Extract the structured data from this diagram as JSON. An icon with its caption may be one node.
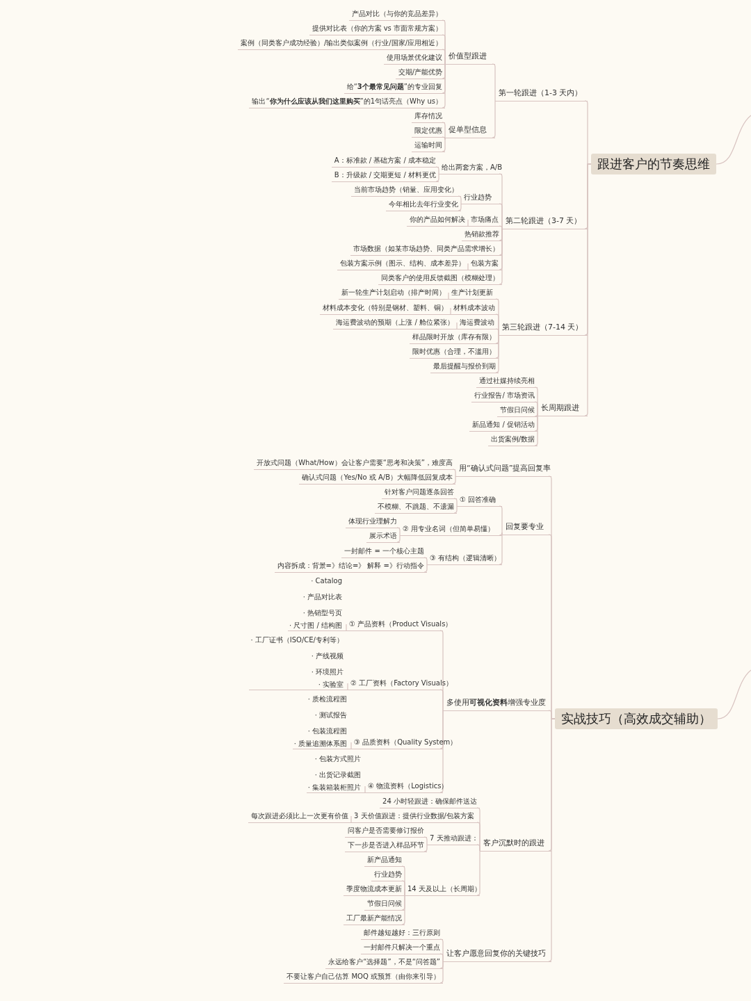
{
  "diagram": {
    "nodes": [
      {
        "text": [
          "跟进客户的节奏思维"
        ]
      },
      {
        "text": [
          "第一轮跟进（1-3 天内）"
        ]
      },
      {
        "text": [
          "价值型跟进"
        ]
      },
      {
        "text": [
          "产品对比（与你的竞品差异）"
        ]
      },
      {
        "text": [
          "提供对比表（你的方案 vs 市面常规方案）"
        ]
      },
      {
        "text": [
          "案例（同类客户成功经验）/输出类似案例（行业/国家/应用相近）"
        ]
      },
      {
        "text": [
          "使用场景优化建议"
        ]
      },
      {
        "text": [
          "交期/产能优势"
        ]
      },
      {
        "text": [
          "给“**3个最常见问题**”的专业回复"
        ]
      },
      {
        "text": [
          "输出“**你为什么应该从我们这里购买**”的1句话亮点（Why us）"
        ]
      },
      {
        "text": [
          "促单型信息"
        ]
      },
      {
        "text": [
          "库存情况"
        ]
      },
      {
        "text": [
          "限定优惠"
        ]
      },
      {
        "text": [
          "运输时间"
        ]
      },
      {
        "text": [
          "第二轮跟进（3-7 天）"
        ]
      },
      {
        "text": [
          "给出两套方案，A/B"
        ]
      },
      {
        "text": [
          "A：标准款 / 基础方案 / 成本稳定"
        ]
      },
      {
        "text": [
          "B：升级款 / 交期更短 / 材料更优"
        ]
      },
      {
        "text": [
          "行业趋势"
        ]
      },
      {
        "text": [
          "当前市场趋势（销量、应用变化）"
        ]
      },
      {
        "text": [
          "今年相比去年行业变化"
        ]
      },
      {
        "text": [
          "市场痛点"
        ]
      },
      {
        "text": [
          "你的产品如何解决"
        ]
      },
      {
        "text": [
          "热销款推荐"
        ]
      },
      {
        "text": [
          "市场数据（如某市场趋势、同类产品需求增长）"
        ]
      },
      {
        "text": [
          "包装方案"
        ]
      },
      {
        "text": [
          "包装方案示例（图示、结构、成本差异）"
        ]
      },
      {
        "text": [
          "同类客户的使用反馈截图（模糊处理）"
        ]
      },
      {
        "text": [
          "第三轮跟进（7-14 天）"
        ]
      },
      {
        "text": [
          "生产计划更新"
        ]
      },
      {
        "text": [
          "新一轮生产计划启动（排产时间）"
        ]
      },
      {
        "text": [
          "材料成本波动"
        ]
      },
      {
        "text": [
          "材料成本变化（特别是钢材、塑料、铜）"
        ]
      },
      {
        "text": [
          "海运费波动"
        ]
      },
      {
        "text": [
          "海运费波动的预期（上涨 / 舱位紧张）"
        ]
      },
      {
        "text": [
          "样品限时开放（库存有限）"
        ]
      },
      {
        "text": [
          "限时优惠（合理，不滥用）"
        ]
      },
      {
        "text": [
          "最后提醒与报价到期"
        ]
      },
      {
        "text": [
          "长周期跟进"
        ]
      },
      {
        "text": [
          "通过社媒持续亮相"
        ]
      },
      {
        "text": [
          "行业报告/ 市场资讯"
        ]
      },
      {
        "text": [
          "节假日问候"
        ]
      },
      {
        "text": [
          "新品通知 / 促销活动"
        ]
      },
      {
        "text": [
          "出货案例/数据"
        ]
      },
      {
        "text": [
          "实战技巧（高效成交辅助）"
        ]
      },
      {
        "text": [
          "用“确认式问题”提高回复率"
        ]
      },
      {
        "text": [
          "开放式问题（What/How）会让客户需要“思考和决策”，难度高"
        ]
      },
      {
        "text": [
          "确认式问题（Yes/No 或 A/B）大幅降低回复成本"
        ]
      },
      {
        "text": [
          "回复要专业"
        ]
      },
      {
        "text": [
          "① 回答准确"
        ]
      },
      {
        "text": [
          "针对客户问题逐条回答"
        ]
      },
      {
        "text": [
          "不模糊、不跳题、不遗漏"
        ]
      },
      {
        "text": [
          "② 用专业名词（但简单易懂）"
        ]
      },
      {
        "text": [
          "体现行业理解力"
        ]
      },
      {
        "text": [
          "展示术语"
        ]
      },
      {
        "text": [
          "③ 有结构（逻辑清晰）"
        ]
      },
      {
        "text": [
          "一封邮件 = 一个核心主题"
        ]
      },
      {
        "text": [
          "内容拆成：背景=》结论=》 解释 =》行动指令"
        ]
      },
      {
        "text": [
          "多使用**可视化资料**增强专业度"
        ]
      },
      {
        "text": [
          "① 产品资料（Product Visuals）"
        ]
      },
      {
        "text": [
          "· Catalog",
          "· 产品对比表",
          "· 热销型号页",
          "· 尺寸图 / 结构图"
        ]
      },
      {
        "text": [
          "② 工厂资料（Factory Visuals）"
        ]
      },
      {
        "text": [
          "· 工厂证书（ISO/CE/专利等）",
          "· 产线视频",
          "· 环境照片",
          "· 实验室"
        ]
      },
      {
        "text": [
          "③ 品质资料（Quality System）"
        ]
      },
      {
        "text": [
          "· 质检流程图",
          "· 测试报告",
          "· 包装流程图",
          "· 质量追溯体系图"
        ]
      },
      {
        "text": [
          "④ 物流资料（Logistics）"
        ]
      },
      {
        "text": [
          "· 包装方式照片",
          "· 出货记录截图",
          "· 集装箱装柜照片"
        ]
      },
      {
        "text": [
          "客户沉默时的跟进"
        ]
      },
      {
        "text": [
          "24 小时轻跟进：确保邮件送达"
        ]
      },
      {
        "text": [
          "3 天价值跟进：提供行业数据/包装方案"
        ]
      },
      {
        "text": [
          "每次跟进必须比上一次更有价值"
        ]
      },
      {
        "text": [
          "7 天推动跟进："
        ]
      },
      {
        "text": [
          "问客户是否需要修订报价"
        ]
      },
      {
        "text": [
          "下一步是否进入样品环节"
        ]
      },
      {
        "text": [
          "14 天及以上（长周期）"
        ]
      },
      {
        "text": [
          "新产品通知"
        ]
      },
      {
        "text": [
          "行业趋势"
        ]
      },
      {
        "text": [
          "季度物流成本更新"
        ]
      },
      {
        "text": [
          "节假日问候"
        ]
      },
      {
        "text": [
          "工厂最新产能情况"
        ]
      },
      {
        "text": [
          "让客户愿意回复你的关键技巧"
        ]
      },
      {
        "text": [
          "邮件越短越好：三行原则"
        ]
      },
      {
        "text": [
          "一封邮件只解决一个重点"
        ]
      },
      {
        "text": [
          "永远给客户“选择题”，不是“问答题”"
        ]
      },
      {
        "text": [
          "不要让客户自己估算 MOQ 或预算（由你来引导）"
        ]
      }
    ],
    "edges": [
      {
        "from": null,
        "to": 0,
        "arrow": "none"
      },
      {
        "from": 0,
        "to": 1,
        "arrow": "none"
      },
      {
        "from": 0,
        "to": 14,
        "arrow": "none"
      },
      {
        "from": 0,
        "to": 28,
        "arrow": "none"
      },
      {
        "from": 0,
        "to": 38,
        "arrow": "none"
      },
      {
        "from": 1,
        "to": 2,
        "arrow": "none"
      },
      {
        "from": 1,
        "to": 10,
        "arrow": "none"
      },
      {
        "from": 2,
        "to": 3,
        "arrow": "none"
      },
      {
        "from": 2,
        "to": 4,
        "arrow": "none"
      },
      {
        "from": 2,
        "to": 5,
        "arrow": "none"
      },
      {
        "from": 2,
        "to": 6,
        "arrow": "none"
      },
      {
        "from": 2,
        "to": 7,
        "arrow": "none"
      },
      {
        "from": 2,
        "to": 8,
        "arrow": "none"
      },
      {
        "from": 2,
        "to": 9,
        "arrow": "none"
      },
      {
        "from": 10,
        "to": 11,
        "arrow": "none"
      },
      {
        "from": 10,
        "to": 12,
        "arrow": "none"
      },
      {
        "from": 10,
        "to": 13,
        "arrow": "none"
      },
      {
        "from": 14,
        "to": 15,
        "arrow": "none"
      },
      {
        "from": 14,
        "to": 18,
        "arrow": "none"
      },
      {
        "from": 14,
        "to": 21,
        "arrow": "none"
      },
      {
        "from": 14,
        "to": 23,
        "arrow": "none"
      },
      {
        "from": 14,
        "to": 24,
        "arrow": "none"
      },
      {
        "from": 14,
        "to": 25,
        "arrow": "none"
      },
      {
        "from": 14,
        "to": 27,
        "arrow": "none"
      },
      {
        "from": 15,
        "to": 16,
        "arrow": "none"
      },
      {
        "from": 15,
        "to": 17,
        "arrow": "none"
      },
      {
        "from": 18,
        "to": 19,
        "arrow": "none"
      },
      {
        "from": 18,
        "to": 20,
        "arrow": "none"
      },
      {
        "from": 21,
        "to": 22,
        "arrow": "none"
      },
      {
        "from": 25,
        "to": 26,
        "arrow": "none"
      },
      {
        "from": 28,
        "to": 29,
        "arrow": "none"
      },
      {
        "from": 28,
        "to": 31,
        "arrow": "none"
      },
      {
        "from": 28,
        "to": 33,
        "arrow": "none"
      },
      {
        "from": 28,
        "to": 35,
        "arrow": "none"
      },
      {
        "from": 28,
        "to": 36,
        "arrow": "none"
      },
      {
        "from": 28,
        "to": 37,
        "arrow": "none"
      },
      {
        "from": 29,
        "to": 30,
        "arrow": "none"
      },
      {
        "from": 31,
        "to": 32,
        "arrow": "none"
      },
      {
        "from": 33,
        "to": 34,
        "arrow": "none"
      },
      {
        "from": 38,
        "to": 39,
        "arrow": "none"
      },
      {
        "from": 38,
        "to": 40,
        "arrow": "none"
      },
      {
        "from": 38,
        "to": 41,
        "arrow": "none"
      },
      {
        "from": 38,
        "to": 42,
        "arrow": "none"
      },
      {
        "from": 38,
        "to": 43,
        "arrow": "none"
      },
      {
        "from": null,
        "to": 44,
        "arrow": "none"
      },
      {
        "from": 44,
        "to": 45,
        "arrow": "none"
      },
      {
        "from": 44,
        "to": 48,
        "arrow": "none"
      },
      {
        "from": 44,
        "to": 58,
        "arrow": "none"
      },
      {
        "from": 44,
        "to": 67,
        "arrow": "none"
      },
      {
        "from": 44,
        "to": 80,
        "arrow": "none"
      },
      {
        "from": 45,
        "to": 46,
        "arrow": "none"
      },
      {
        "from": 45,
        "to": 47,
        "arrow": "none"
      },
      {
        "from": 48,
        "to": 49,
        "arrow": "none"
      },
      {
        "from": 48,
        "to": 52,
        "arrow": "none"
      },
      {
        "from": 48,
        "to": 55,
        "arrow": "none"
      },
      {
        "from": 49,
        "to": 50,
        "arrow": "none"
      },
      {
        "from": 49,
        "to": 51,
        "arrow": "none"
      },
      {
        "from": 52,
        "to": 53,
        "arrow": "none"
      },
      {
        "from": 52,
        "to": 54,
        "arrow": "none"
      },
      {
        "from": 55,
        "to": 56,
        "arrow": "none"
      },
      {
        "from": 55,
        "to": 57,
        "arrow": "none"
      },
      {
        "from": 58,
        "to": 59,
        "arrow": "none"
      },
      {
        "from": 58,
        "to": 61,
        "arrow": "none"
      },
      {
        "from": 58,
        "to": 63,
        "arrow": "none"
      },
      {
        "from": 58,
        "to": 65,
        "arrow": "none"
      },
      {
        "from": 59,
        "to": 60,
        "arrow": "none"
      },
      {
        "from": 61,
        "to": 62,
        "arrow": "none"
      },
      {
        "from": 63,
        "to": 64,
        "arrow": "none"
      },
      {
        "from": 65,
        "to": 66,
        "arrow": "none"
      },
      {
        "from": 67,
        "to": 68,
        "arrow": "none"
      },
      {
        "from": 67,
        "to": 69,
        "arrow": "none"
      },
      {
        "from": 67,
        "to": 71,
        "arrow": "none"
      },
      {
        "from": 67,
        "to": 74,
        "arrow": "none"
      },
      {
        "from": 69,
        "to": 70,
        "arrow": "none"
      },
      {
        "from": 71,
        "to": 72,
        "arrow": "none"
      },
      {
        "from": 71,
        "to": 73,
        "arrow": "none"
      },
      {
        "from": 74,
        "to": 75,
        "arrow": "none"
      },
      {
        "from": 74,
        "to": 76,
        "arrow": "none"
      },
      {
        "from": 74,
        "to": 77,
        "arrow": "none"
      },
      {
        "from": 74,
        "to": 78,
        "arrow": "none"
      },
      {
        "from": 74,
        "to": 79,
        "arrow": "none"
      },
      {
        "from": 80,
        "to": 81,
        "arrow": "none"
      },
      {
        "from": 80,
        "to": 82,
        "arrow": "none"
      },
      {
        "from": 80,
        "to": 83,
        "arrow": "none"
      },
      {
        "from": 80,
        "to": 84,
        "arrow": "none"
      }
    ]
  }
}
